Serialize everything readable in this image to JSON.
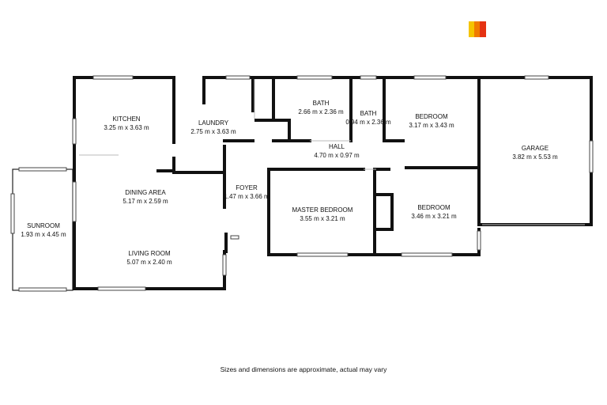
{
  "rooms": [
    {
      "id": "kitchen",
      "name": "KITCHEN",
      "dims": "3.25 m x 3.63 m"
    },
    {
      "id": "laundry",
      "name": "LAUNDRY",
      "dims": "2.75 m x 3.63 m"
    },
    {
      "id": "bath1",
      "name": "BATH",
      "dims": "2.66 m x 2.36 m"
    },
    {
      "id": "bath2",
      "name": "BATH",
      "dims": "0.94 m x 2.36 m"
    },
    {
      "id": "bedroom1",
      "name": "BEDROOM",
      "dims": "3.17 m x 3.43 m"
    },
    {
      "id": "garage",
      "name": "GARAGE",
      "dims": "3.82 m x 5.53 m"
    },
    {
      "id": "hall",
      "name": "HALL",
      "dims": "4.70 m x 0.97 m"
    },
    {
      "id": "dining",
      "name": "DINING AREA",
      "dims": "5.17 m x 2.59 m"
    },
    {
      "id": "foyer",
      "name": "FOYER",
      "dims": "1.47 m x 3.66 m"
    },
    {
      "id": "master",
      "name": "MASTER BEDROOM",
      "dims": "3.55 m x 3.21 m"
    },
    {
      "id": "bedroom2",
      "name": "BEDROOM",
      "dims": "3.46 m x 3.21 m"
    },
    {
      "id": "sunroom",
      "name": "SUNROOM",
      "dims": "1.93 m x 4.45 m"
    },
    {
      "id": "living",
      "name": "LIVING ROOM",
      "dims": "5.07 m x 2.40 m"
    }
  ],
  "disclaimer": "Sizes and dimensions are approximate, actual may vary",
  "logo_colors": [
    "#f5c400",
    "#f07b00",
    "#e53212"
  ]
}
